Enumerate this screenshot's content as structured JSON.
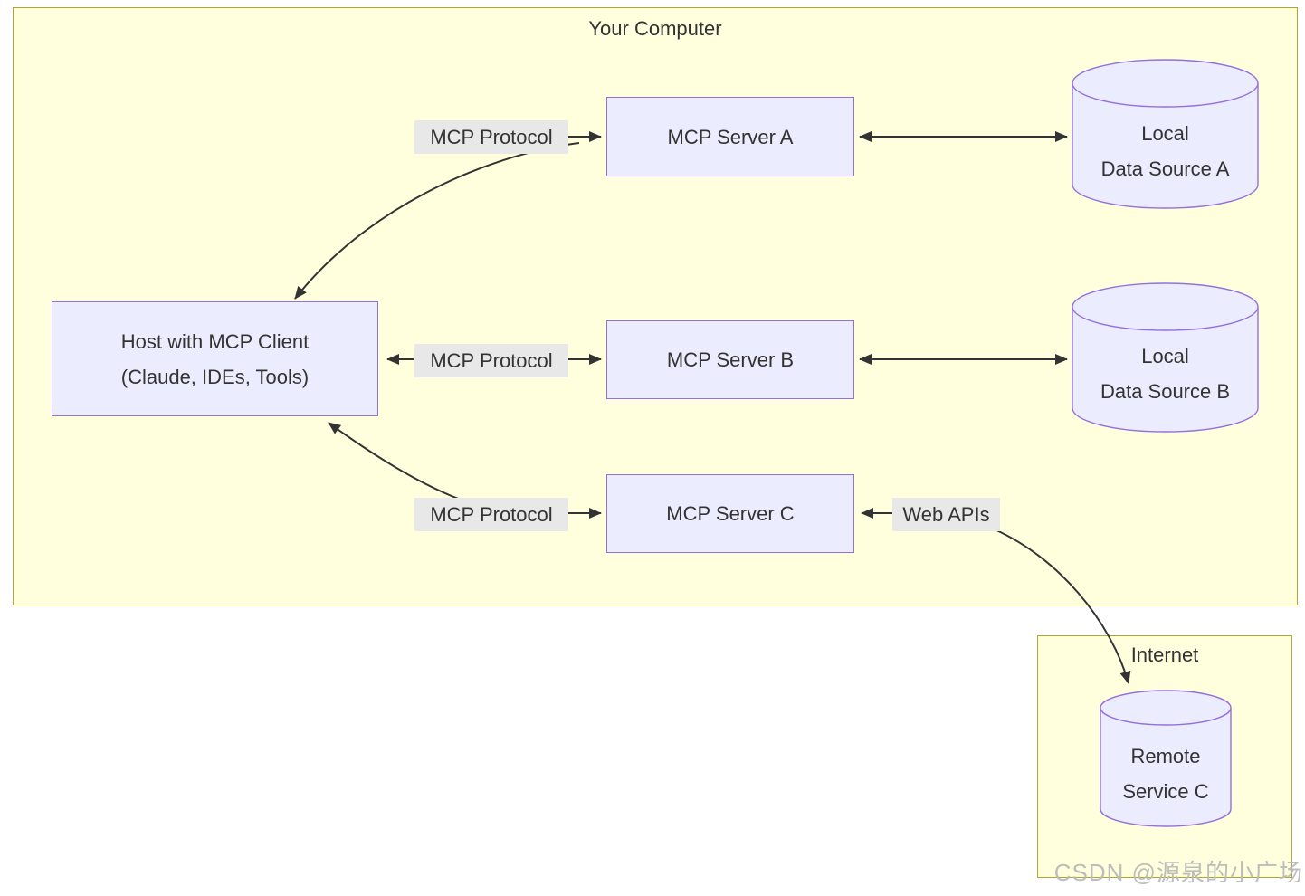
{
  "diagram": {
    "clusters": {
      "your_computer": {
        "title": "Your Computer"
      },
      "internet": {
        "title": "Internet"
      }
    },
    "nodes": {
      "host": {
        "line1": "Host with MCP Client",
        "line2": "(Claude, IDEs, Tools)"
      },
      "server_a": {
        "label": "MCP Server A"
      },
      "server_b": {
        "label": "MCP Server B"
      },
      "server_c": {
        "label": "MCP Server C"
      },
      "data_source_a": {
        "line1": "Local",
        "line2": "Data Source A"
      },
      "data_source_b": {
        "line1": "Local",
        "line2": "Data Source B"
      },
      "remote_service_c": {
        "line1": "Remote",
        "line2": "Service C"
      }
    },
    "edge_labels": {
      "mcp_protocol_a": "MCP Protocol",
      "mcp_protocol_b": "MCP Protocol",
      "mcp_protocol_c": "MCP Protocol",
      "web_apis": "Web APIs"
    },
    "colors": {
      "node_fill": "#ECECFF",
      "node_border": "#9370DB",
      "cluster_fill": "#FFFFDE",
      "cluster_border": "#AAAA33",
      "edge_label_bg": "#E8E8E8",
      "line": "#333333",
      "text": "#333333"
    },
    "watermark": "CSDN @源泉的小广场"
  }
}
